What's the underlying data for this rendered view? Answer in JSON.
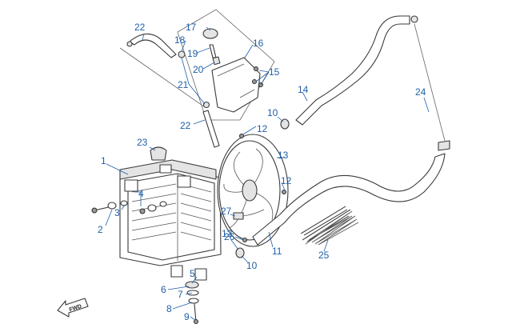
{
  "callouts": {
    "c1": "1",
    "c2": "2",
    "c3": "3",
    "c4": "4",
    "c5": "5",
    "c6": "6",
    "c7": "7",
    "c8": "8",
    "c9": "9",
    "c10a": "10",
    "c10b": "10",
    "c11": "11",
    "c12a": "12",
    "c12b": "12",
    "c12c": "12",
    "c13": "13",
    "c14": "14",
    "c15": "15",
    "c16": "16",
    "c17": "17",
    "c18": "18",
    "c19": "19",
    "c20": "20",
    "c21": "21",
    "c22a": "22",
    "c22b": "22",
    "c23": "23",
    "c24": "24",
    "c25": "25",
    "c26": "26",
    "c27": "27"
  },
  "direction_arrow": {
    "label": "FWD"
  },
  "colors": {
    "callout": "#1f5fa8",
    "outline": "#3a3a3a"
  }
}
